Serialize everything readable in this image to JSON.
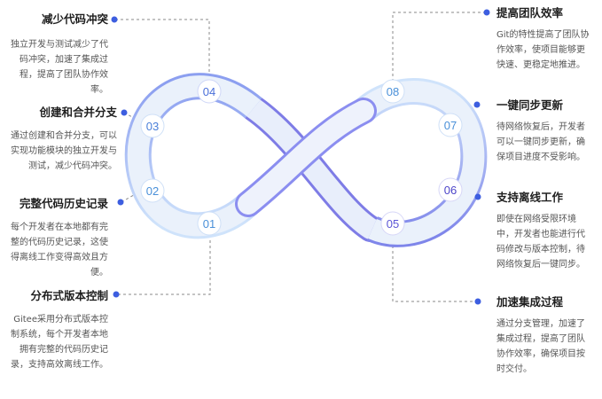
{
  "colors": {
    "accent": "#3d5ee0",
    "ring_light": "#e6effb",
    "ring_mid": "#6e8ff0"
  },
  "steps": [
    {
      "num": "01",
      "title": "分布式版本控制",
      "desc": "Gitee采用分布式版本控制系统，每个开发者本地拥有完整的代码历史记录，支持高效离线工作。"
    },
    {
      "num": "02",
      "title": "完整代码历史记录",
      "desc": "每个开发者在本地都有完整的代码历史记录，这使得离线工作变得高效且方便。"
    },
    {
      "num": "03",
      "title": "创建和合并分支",
      "desc": "通过创建和合并分支，可以实现功能模块的独立开发与测试，减少代码冲突。"
    },
    {
      "num": "04",
      "title": "减少代码冲突",
      "desc": "独立开发与测试减少了代码冲突，加速了集成过程，提高了团队协作效率。"
    },
    {
      "num": "05",
      "title": "加速集成过程",
      "desc": "通过分支管理，加速了集成过程，提高了团队协作效率，确保项目按时交付。"
    },
    {
      "num": "06",
      "title": "支持离线工作",
      "desc": "即使在网络受限环境中，开发者也能进行代码修改与版本控制，待网络恢复后一键同步。"
    },
    {
      "num": "07",
      "title": "一键同步更新",
      "desc": "待网络恢复后，开发者可以一键同步更新，确保项目进度不受影响。"
    },
    {
      "num": "08",
      "title": "提高团队效率",
      "desc": "Git的特性提高了团队协作效率，使项目能够更快速、更稳定地推进。"
    }
  ]
}
